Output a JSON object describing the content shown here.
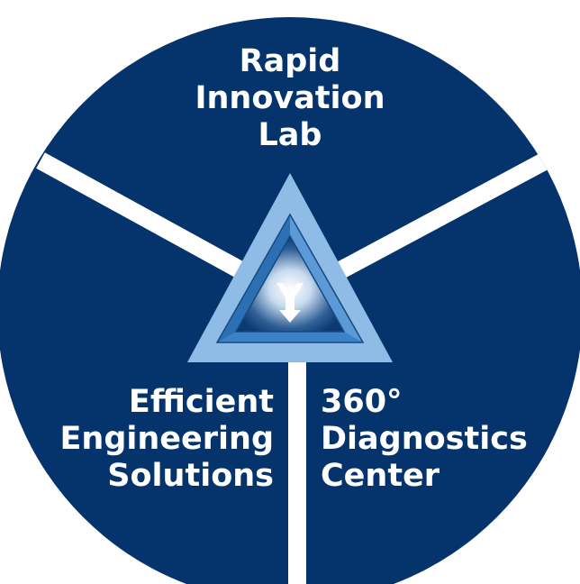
{
  "segments": [
    {
      "id": "top",
      "lines": [
        "Rapid",
        "Innovation",
        "Lab"
      ]
    },
    {
      "id": "left",
      "lines": [
        "Efficient",
        "Engineering",
        "Solutions"
      ]
    },
    {
      "id": "right",
      "lines": [
        "360°",
        "Diagnostics",
        "Center"
      ]
    }
  ],
  "colors": {
    "circle": "#04346b",
    "divider": "#ffffff",
    "triangle_outer": "#8fbce6",
    "triangle_mid": "#3c82c9",
    "triangle_inner": "#1f5e9e",
    "text": "#ffffff"
  },
  "icons": [
    "triangle-emblem-icon",
    "merge-arrow-icon"
  ]
}
